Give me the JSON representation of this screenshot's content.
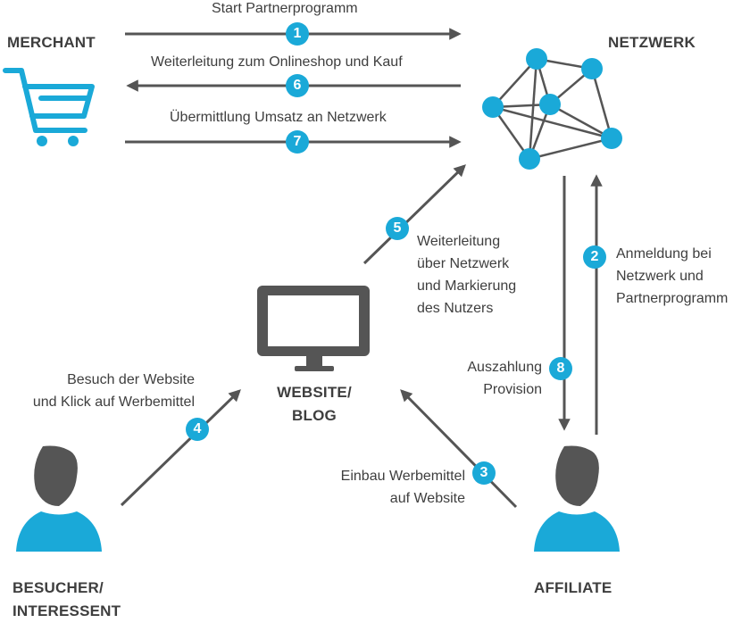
{
  "colors": {
    "accent": "#1aa9d8",
    "dark": "#555555",
    "text": "#3e3e3e"
  },
  "actors": {
    "merchant": "MERCHANT",
    "netzwerk": "NETZWERK",
    "website": "WEBSITE/\nBLOG",
    "besucher": "BESUCHER/\nINTERESSENT",
    "affiliate": "AFFILIATE"
  },
  "icons": {
    "merchant": "shopping-cart-icon",
    "netzwerk": "network-graph-icon",
    "website": "monitor-icon",
    "besucher": "person-icon",
    "affiliate": "person-icon"
  },
  "steps": [
    {
      "number": "1",
      "text": "Start Partnerprogramm"
    },
    {
      "number": "2",
      "text": "Anmeldung bei\nNetzwerk und\nPartnerprogramm"
    },
    {
      "number": "3",
      "text": "Einbau Werbemittel\nauf Website"
    },
    {
      "number": "4",
      "text": "Besuch der Website\nund Klick auf Werbemittel"
    },
    {
      "number": "5",
      "text": "Weiterleitung\nüber Netzwerk\nund Markierung\ndes Nutzers"
    },
    {
      "number": "6",
      "text": "Weiterleitung zum Onlineshop und Kauf"
    },
    {
      "number": "7",
      "text": "Übermittlung Umsatz an Netzwerk"
    },
    {
      "number": "8",
      "text": "Auszahlung\nProvision"
    }
  ]
}
